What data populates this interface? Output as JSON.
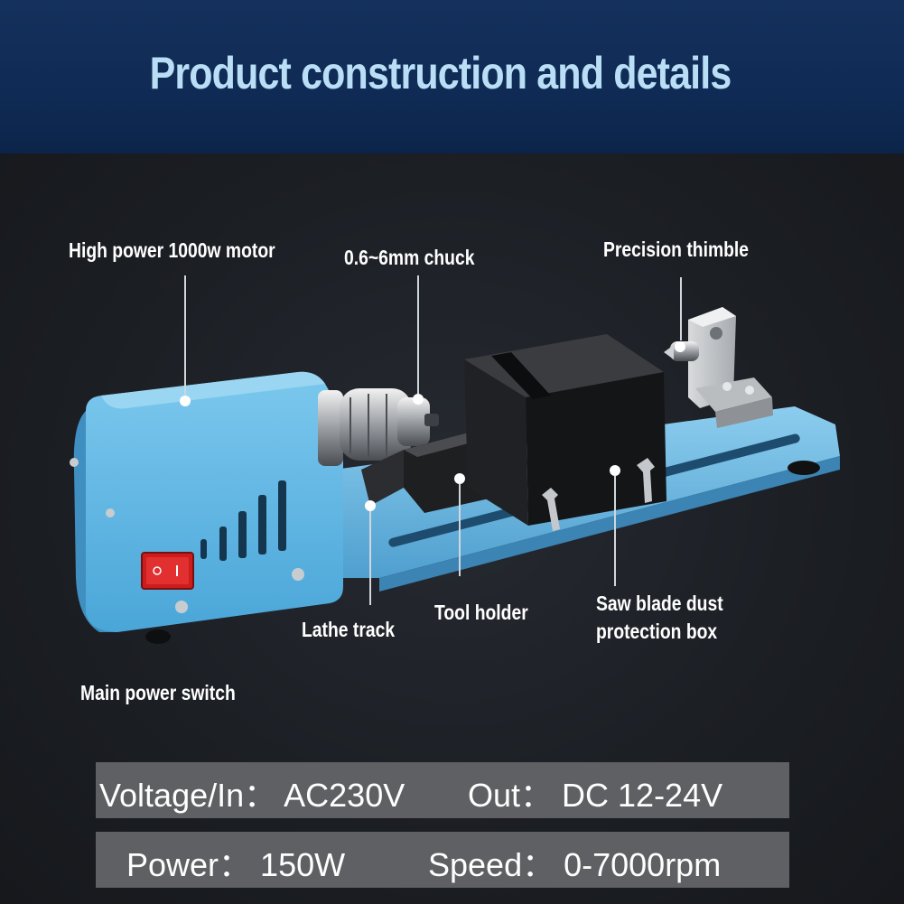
{
  "header": {
    "title": "Product construction and details"
  },
  "callouts": {
    "motor": "High power 1000w motor",
    "chuck": "0.6~6mm chuck",
    "thimble": "Precision thimble",
    "track": "Lathe track",
    "tool_holder": "Tool holder",
    "dust_box_line1": "Saw blade dust",
    "dust_box_line2": "protection box",
    "power_switch": "Main power switch"
  },
  "specs": {
    "voltage_in": "Voltage/In： AC230V",
    "out": "Out： DC  12-24V",
    "power": "Power： 150W",
    "speed": "Speed： 0-7000rpm"
  },
  "colors": {
    "banner": "#0f2b55",
    "title_text": "#b9def5",
    "machine_body": "#5eb8e6",
    "spec_bar": "#5f6063"
  }
}
